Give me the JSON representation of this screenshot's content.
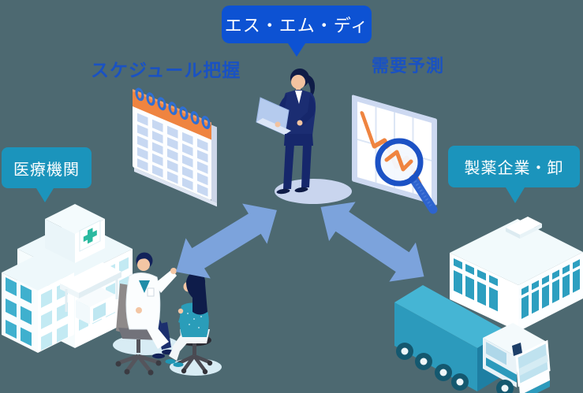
{
  "background_color": "#4d6971",
  "colors": {
    "bg": "#4d6971",
    "primary-blue": "#0d52d3",
    "teal": "#1b94bc",
    "heading-blue": "#1a52c2",
    "arrow-blue": "#7ca3dc",
    "orange": "#ef8440",
    "navy": "#1b2d72",
    "green-cross": "#2cbaa0",
    "illus-teal": "#2c9abc",
    "label-text": "#ffffff"
  },
  "labels": {
    "smd": "エス・エム・ディ",
    "schedule": "スケジュール把握",
    "demand": "需要予測",
    "medical_institution": "医療機関",
    "pharma_wholesale": "製薬企業・卸"
  },
  "illustrations": {
    "center": "business-person-with-laptop",
    "left_top": "calendar",
    "right_top": "demand-chart-with-magnifier",
    "bottom_left": "hospital-building",
    "bottom_center": "doctor-patient-consultation",
    "bottom_right": "office-building-and-delivery-truck",
    "arrows": "two-way-exchange-arrows"
  }
}
